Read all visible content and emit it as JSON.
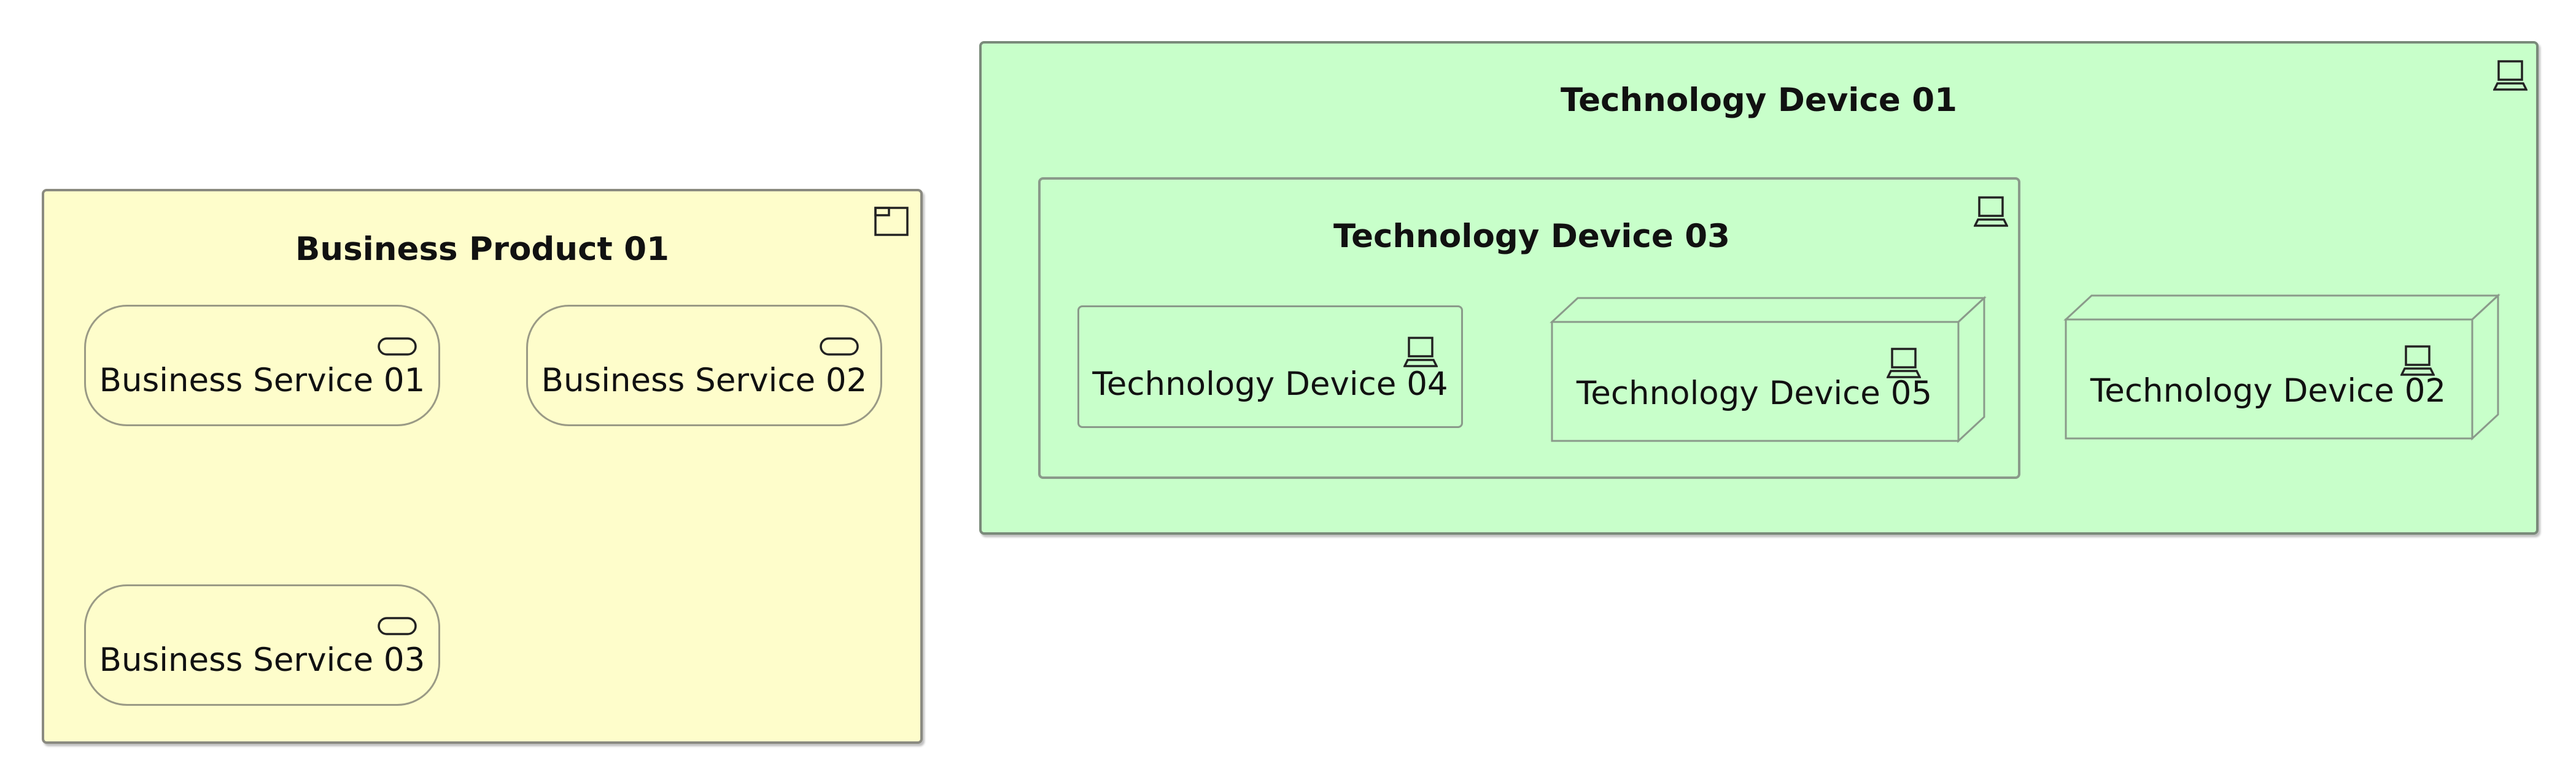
{
  "business_product": {
    "title": "Business Product 01",
    "icon": "business-product-icon",
    "services": [
      {
        "label": "Business Service 01",
        "icon": "business-service-icon"
      },
      {
        "label": "Business Service 02",
        "icon": "business-service-icon"
      },
      {
        "label": "Business Service 03",
        "icon": "business-service-icon"
      }
    ]
  },
  "technology_device_01": {
    "title": "Technology Device 01",
    "icon": "device-icon",
    "technology_device_03": {
      "title": "Technology Device 03",
      "icon": "device-icon",
      "device_04": {
        "label": "Technology Device 04",
        "icon": "device-icon"
      },
      "node_05": {
        "label": "Technology Device 05",
        "icon": "device-icon"
      }
    },
    "node_02": {
      "label": "Technology Device 02",
      "icon": "device-icon"
    }
  },
  "colors": {
    "business_fill": "#fefdcb",
    "technology_fill": "#c8ffca"
  }
}
